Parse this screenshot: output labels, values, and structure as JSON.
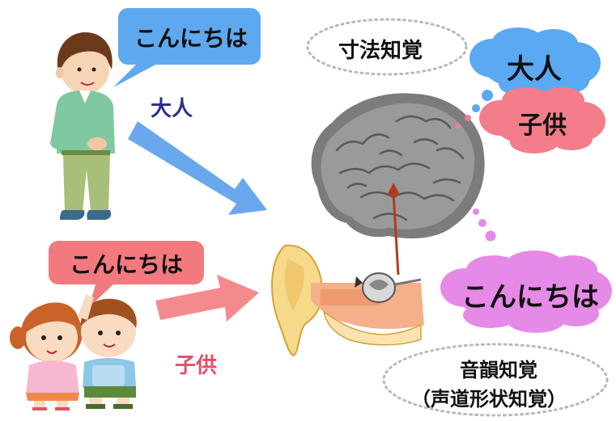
{
  "adult": {
    "speech": "こんにちは",
    "label": "大人",
    "label_color": "#2a2f8f"
  },
  "children": {
    "speech": "こんにちは",
    "label": "子供",
    "label_color": "#e0506a"
  },
  "perception": {
    "size": "寸法知覚",
    "prosody_line1": "音韻知覚",
    "prosody_line2": "（声道形状知覚）"
  },
  "thought_bubbles": {
    "adult": "大人",
    "child": "子供",
    "greeting": "こんにちは"
  },
  "colors": {
    "blue_bubble": "#5ea8f0",
    "pink_bubble": "#f27a7e",
    "cloud_blue": "#5aa9f2",
    "cloud_pink": "#f47d8a",
    "cloud_violet": "#e58ae6",
    "blue_arrow": "#6aa8ee",
    "pink_arrow": "#f58a8e",
    "brain_arrow": "#b23a1c"
  },
  "icons": [
    "adult-man-figure",
    "children-figure",
    "brain-icon",
    "ear-anatomy-icon"
  ]
}
